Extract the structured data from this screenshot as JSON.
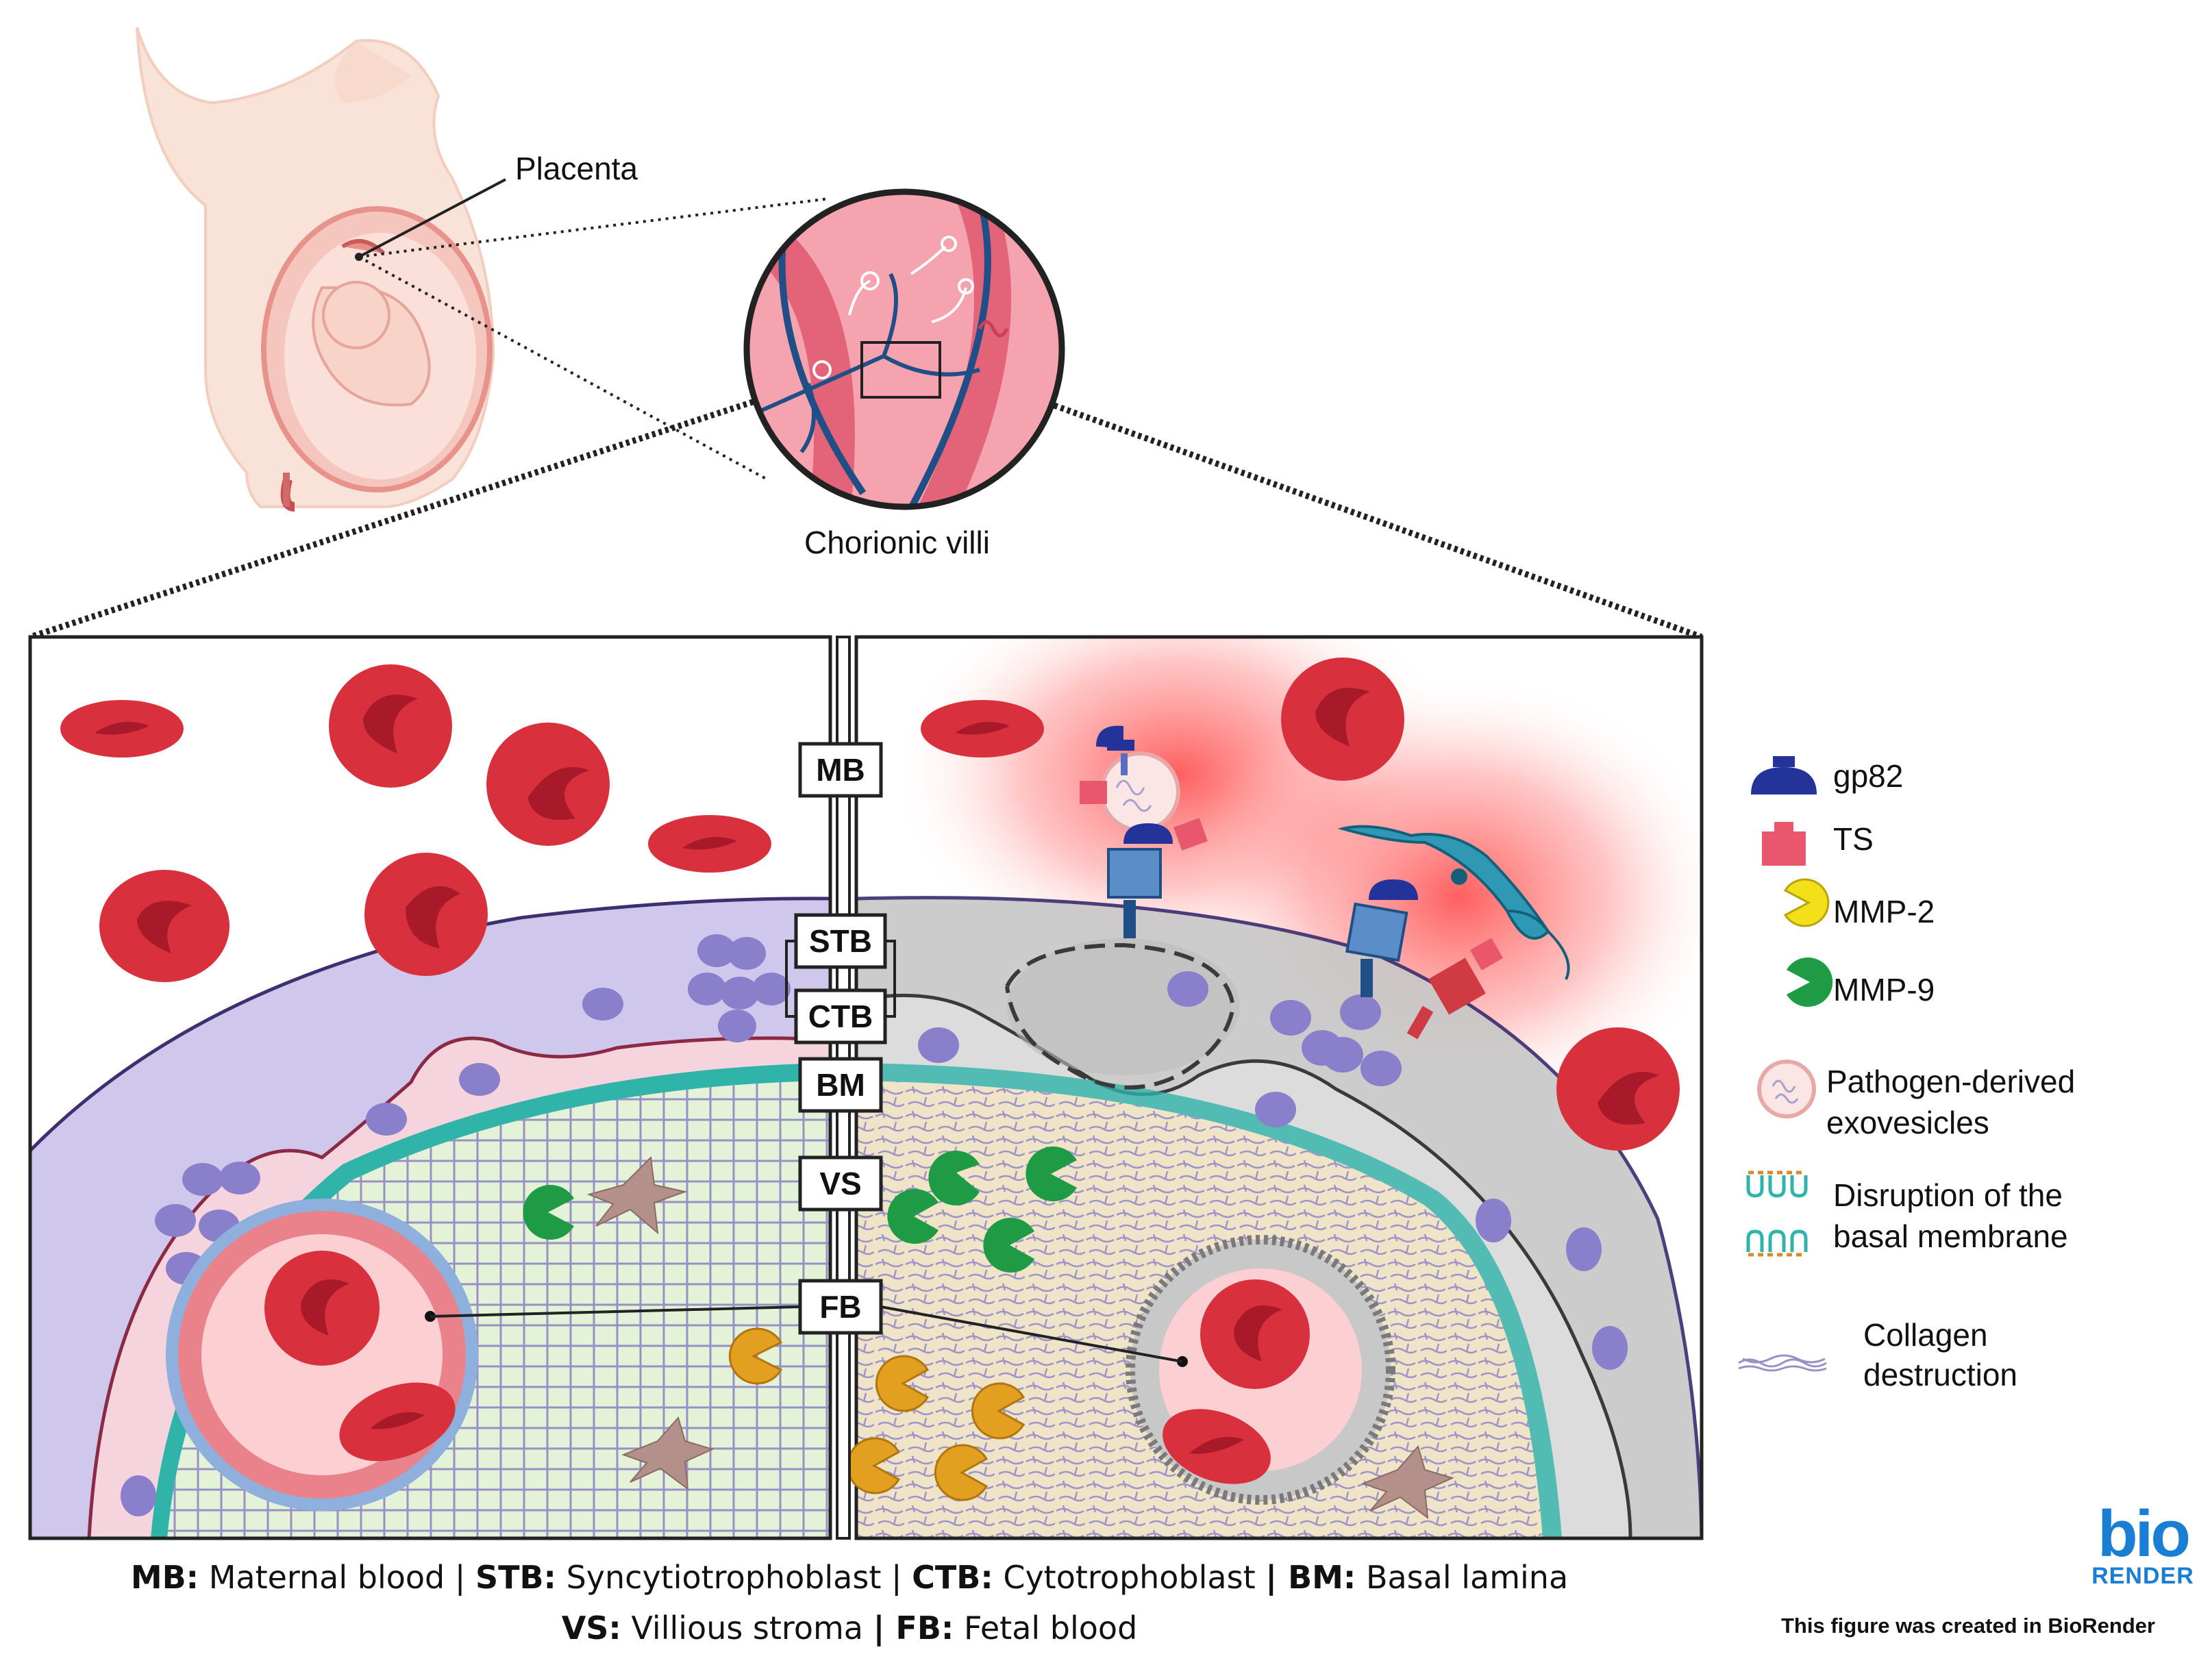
{
  "top_labels": {
    "placenta": "Placenta",
    "chorionic_villi": "Chorionic villi"
  },
  "layer_labels": {
    "mb": "MB",
    "stb": "STB",
    "ctb": "CTB",
    "bm": "BM",
    "vs": "VS",
    "fb": "FB"
  },
  "legend": {
    "gp82": "gp82",
    "ts": "TS",
    "mmp2": "MMP-2",
    "mmp9": "MMP-9",
    "exovesicles_line1": "Pathogen-derived",
    "exovesicles_line2": "exovesicles",
    "basal_line1": "Disruption of the",
    "basal_line2": "basal membrane",
    "collagen_line1": "Collagen",
    "collagen_line2": "destruction"
  },
  "caption": {
    "mb_abbr": "MB:",
    "mb_text": "Maternal blood |",
    "stb_abbr": "STB:",
    "stb_text": "Syncytiotrophoblast |",
    "ctb_abbr": "CTB:",
    "ctb_text": "Cytotrophoblast",
    "bm_abbr": "| BM:",
    "bm_text": "Basal lamina",
    "vs_abbr": "VS:",
    "vs_text": "Villious stroma",
    "fb_abbr": "| FB:",
    "fb_text": "Fetal blood"
  },
  "brand": {
    "logo_top": "bio",
    "logo_bottom": "RENDER",
    "credit": "This figure was created in BioRender"
  },
  "colors": {
    "rbc": "#d8303c",
    "rbc_dark": "#a8192a",
    "stb_left": "#cfc8ec",
    "stb_right": "#c8c8c8",
    "ctb_left": "#f6d4de",
    "stroma_left": "#e4f2d7",
    "stroma_right": "#f0e4c8",
    "basal_lamina": "#30b4aa",
    "nucleus": "#8a7fcb",
    "gp82": "#24339a",
    "ts": "#e8576c",
    "mmp2": "#e3a020",
    "mmp9": "#1f9a45",
    "infection_glow": "#ff3b3b",
    "logo_blue": "#1a7fd4"
  }
}
